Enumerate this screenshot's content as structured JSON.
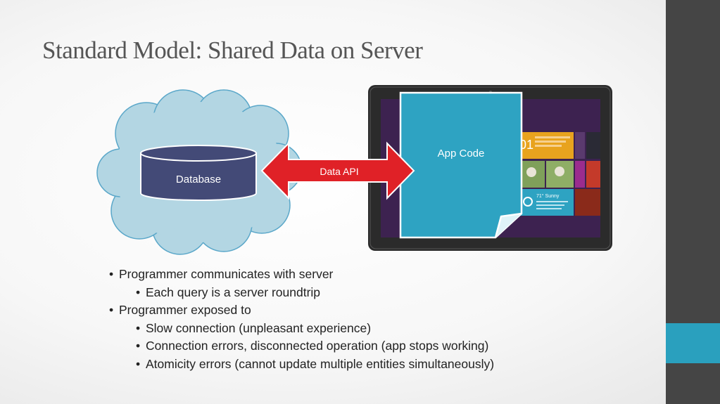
{
  "slide": {
    "title": "Standard Model: Shared Data on Server"
  },
  "diagram": {
    "database_label": "Database",
    "api_label": "Data API",
    "app_label": "App Code",
    "colors": {
      "cloud_fill": "#b3d6e3",
      "cloud_stroke": "#5aa7c9",
      "database_fill": "#434a77",
      "arrow_fill": "#e02127",
      "document_fill": "#2ea3c2",
      "tablet_frame": "#2b2b2b",
      "tablet_screen": "#3d2250"
    },
    "tiles": [
      {
        "text": "01"
      },
      {
        "text": "71° Sunny"
      }
    ]
  },
  "bullets": [
    {
      "level": 1,
      "text": "Programmer communicates with server"
    },
    {
      "level": 2,
      "text": "Each query is a server roundtrip"
    },
    {
      "level": 1,
      "text": "Programmer exposed to"
    },
    {
      "level": 2,
      "text": "Slow connection (unpleasant experience)"
    },
    {
      "level": 2,
      "text": "Connection errors, disconnected operation (app stops working)"
    },
    {
      "level": 2,
      "text": "Atomicity errors (cannot update multiple entities simultaneously)"
    }
  ]
}
